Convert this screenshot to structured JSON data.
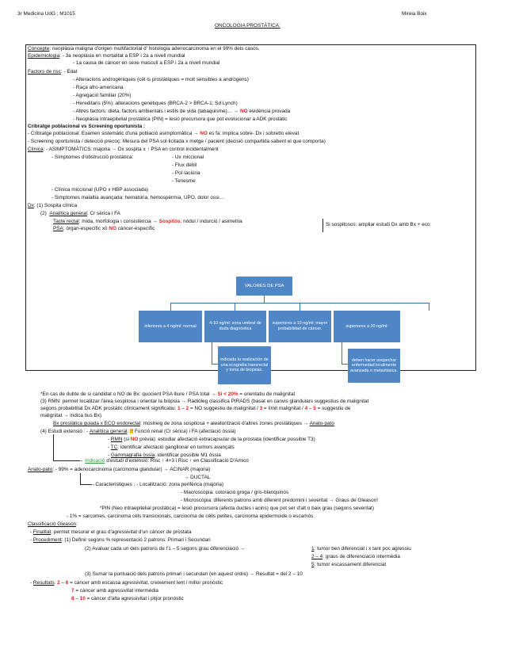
{
  "header": {
    "left": "3r Medicina UdG ; M1015",
    "right": "Mireia Boix",
    "title": "ONCOLOGIA PROSTÀTICA:"
  },
  "concepte": {
    "label": "Concepte",
    "text": ": neoplàsia maligna d'origen multifactorial d' histologia adenocarcinoma en el 99% dels casos."
  },
  "epidemiologia": {
    "label": "Epidemiologia",
    "line1": ":   - 3a neoplàsia en mortalitat a ESP i 2a a nivell mundial",
    "line2": "- 1a causa de càncer en sexe masculí a ESP i 2a a nivell mundial"
  },
  "factors": {
    "label": "Factors de risc",
    "items": [
      ":   - Edat",
      "- Alteracions androgèniques (cèl·ls prostàtiques = molt sensibles a andrògens)",
      "- Raça afro-americana",
      "- Agregació familiar (20%)",
      "- Hereditaris (5%): alteracions genètiques (BRCA-2 > BRCA-1; Sd Lynch)"
    ],
    "altres_pre": "- Altres factors: dieta, factors ambientals i estils de vida (tabaquisme)… →",
    "altres_no": "NO",
    "altres_post": "evidència provada",
    "pin": "- Neoplàsia intraepitelial prostàtica (PIN) = lesió precursora que pot evolucionar a ADK prostàtic"
  },
  "cribratge": {
    "label": "Cribratge poblacional vs Screening oportunista :",
    "line1_pre": "- Cribratge poblacional: Examen sistemàtic d'una població asimptomàtica →",
    "line1_no": "NO",
    "line1_post": "es fa: implica sobre- Dx i sobretto elevat",
    "line2": "- Screening oportunista / detecció precoç: Mesura del PSA sol·licitada x metge / pacient (decisió compartida sabent el que comporta)"
  },
  "clinica": {
    "label": "Clínica",
    "asimpt": ":   - ASIMPTOMÀTICS: majoria → Dx sospita x ↑ PSA en control incidentalment",
    "obstruccio": "- Símptomes d'obstrucció prostàtica:",
    "sympts": [
      "- Ux miccional",
      "- Flux dèbil",
      "- Pol·laciúria",
      "- Tenesme"
    ],
    "miccional": "- Clínica miccional (UPO x HBP associada)",
    "avancada": "- Simptomes malaltia avançada: hematúria, hemospèrmia, UPO, dolor ossi…"
  },
  "dx": {
    "label": "Dx",
    "p1": ":  (1)  Sospita clínica",
    "p2_num": "(2)",
    "p2_title": "Analítica general",
    "p2_rest": ": Cr sèrica i FA",
    "tacte_label": "Tacte rectal",
    "tacte_pre": ": mida, morfologia i consistència →",
    "tacte_sosp": "Sospitós",
    "tacte_post": ": nòdul / indurció / asimetria",
    "psa_label": "PSA",
    "psa_pre": ": òrgan-específic xò",
    "psa_no": "NO",
    "psa_post": "càncer-específic",
    "sospitosos": "Si sospitosos: ampliar estudi Dx amb Bx + eco"
  },
  "flowchart": {
    "root": "VALORES DE PSA",
    "n1": "inferiores a 4 ng/ml: normal",
    "n2": "4-10 ng/ml: zona umbral de duda diagnóstica",
    "n3": "superiores a 10 ng/ml: mayor probabilidad de cáncer.",
    "n4": "superiores a 20 ng/ml:",
    "n2sub": "indicada la realización de una ecografía transrectal y toma de biopsias.",
    "n4sub": "deben hacer sospechar enfermedad localmente avanzada o metastásica."
  },
  "dx2": {
    "dubte_pre": "*En cas de dubte de si candidat o NO de Bx: quocient PSA lliure / PSA total →",
    "dubte_val": "Si < 20%",
    "dubte_post": "= orientatiu de malignitat",
    "rmn_line1": "(3)  RMN: permet localitzar l'àrea sospitosa i orientar la biòpsia → Radiòleg classifica PIRADS (basat en canvis glandulars suggestius de malignitat",
    "rmn_line2_pre": "segons probabilitat Dx ADK prostàtic clínicament significatiu:",
    "rmn_12": "1 – 2",
    "rmn_mid1": "= NO suggestiu de malignitat /",
    "rmn_3": "3",
    "rmn_mid2": "= límit malignitat /",
    "rmn_45": "4 – 5",
    "rmn_end": "= suggestiu de",
    "rmn_line3": "malignitat → indica tius Bx)",
    "bx_label": "Bx prostàtica guiada x ECO endorectal",
    "bx_rest": ": mostreig de zona sospitosa + aleatorització d'altres zones prostàtiques →",
    "bx_anato": "Anato-pato",
    "ext_num": "(4)  Estudi extensió :",
    "ext_analitica": "Analítica general",
    "ext_warn": "!!",
    "ext_an_rest": "Funció renal (Cr sèrica) i FA (afectació òssia)",
    "ext_rmn": "RMN",
    "ext_rmn_pre": "(si",
    "ext_rmn_no": "NO",
    "ext_rmn_post": "prèvia): estudiar afectació extracapsular de la pròstata (identificar possible T3)",
    "ext_tc": "TC",
    "ext_tc_rest": ": identificar afectació ganglionar en tumors avançats",
    "ext_gamma": "Gammagrafia òssia",
    "ext_gamma_rest": ": identificar possible M1 òssia",
    "ext_ind": "Indicació",
    "ext_ind_rest": "d'estudi d'extensió: Risc ↑ 4+3 i Risc ↑ en Classificació D'Amico"
  },
  "anato": {
    "label": "Anato-pato",
    "line1": ": - 99% = adenocarcinoma (carcinoma glandular)  → ACINAR (majoria)",
    "ductal": "→ DUCTAL",
    "caract": "Característiques :",
    "loc": "- Localització: zona perifèrica (majoria)",
    "macro": "- Macroscòpia: coloració groga / gris-blanquinós",
    "micro": "- Microscòpia: diferents patrons amb diferent predomini i severitat → Graus de Gleason!",
    "pin": "*PIN (Neo intraepitelial prostàtica) = lesió precursora (afecta ductes i acins) que pot ser d'alt o baix grau (segons severitat)",
    "one": "- 1% = sarcomes, carcinoma cèls transicionals, carcinoma de cèlls petites, carcinoma epidermoide o escamós"
  },
  "gleason": {
    "label": "Classificació Gleason",
    "colon": ":",
    "fin_label": "Finalitat",
    "fin_rest": ": permet mesurar el grau d'agressivitat d'un càncer de pròstata",
    "proc_label": "Procediment",
    "proc1": ": (1)  Definir segons % representació 2 patrons: Primari i Secundari",
    "proc2": "(2)  Avaluar cada un dels patrons de l'1 – 5 segons grau diferenciació →",
    "g1": "1",
    "g1_rest": ": tumor ben diferenciat i x tant poc agressiu",
    "g24": "2 – 4",
    "g24_rest": ": graus de diferenciació intermèdia",
    "g5": "5",
    "g5_rest": ": tumor escassament diferenciat",
    "proc3": "(3)  Sumar la puntuació dels patrons primari i secundari (en aquest ordre) → Resultat = del 2 – 10",
    "res_label": "Resultats",
    "res1_val": "2 – 6",
    "res1_rest": "= càncer amb escassa agressivitat, creixement lent i millor pronòstic",
    "res2_val": "7",
    "res2_rest": "= càncer amb agressivitat intermèdia",
    "res3_val": "8 – 10",
    "res3_rest": "= càncer d'alta agressivitat i pitjor pronòstic"
  },
  "colors": {
    "accent_red": "#e02020",
    "box_blue": "#4f86c6",
    "indicacio_green": "#2e9e3c",
    "highlight_yellow": "#ffeb3b"
  }
}
